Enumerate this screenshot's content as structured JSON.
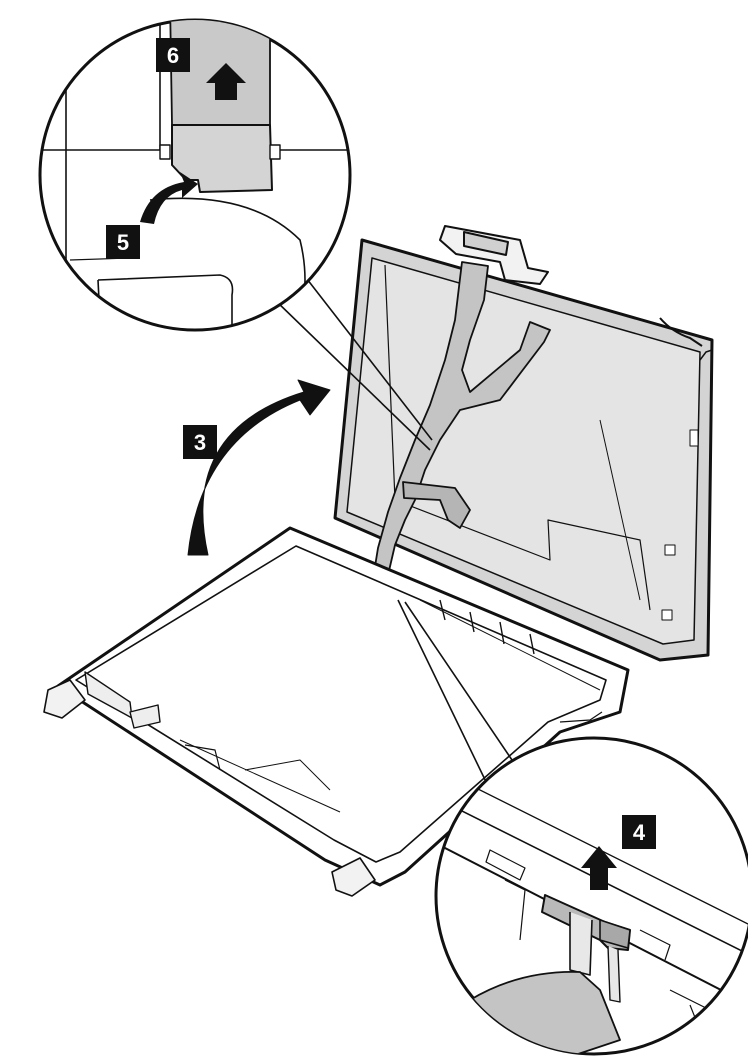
{
  "step_labels": {
    "step_3": "3",
    "step_4": "4",
    "step_5": "5",
    "step_6": "6"
  },
  "colors": {
    "line": "#111111",
    "panel_fill": "#dcdcdc",
    "cable_fill": "#c8c8c8",
    "badge": "#111111",
    "background": "#ffffff"
  }
}
